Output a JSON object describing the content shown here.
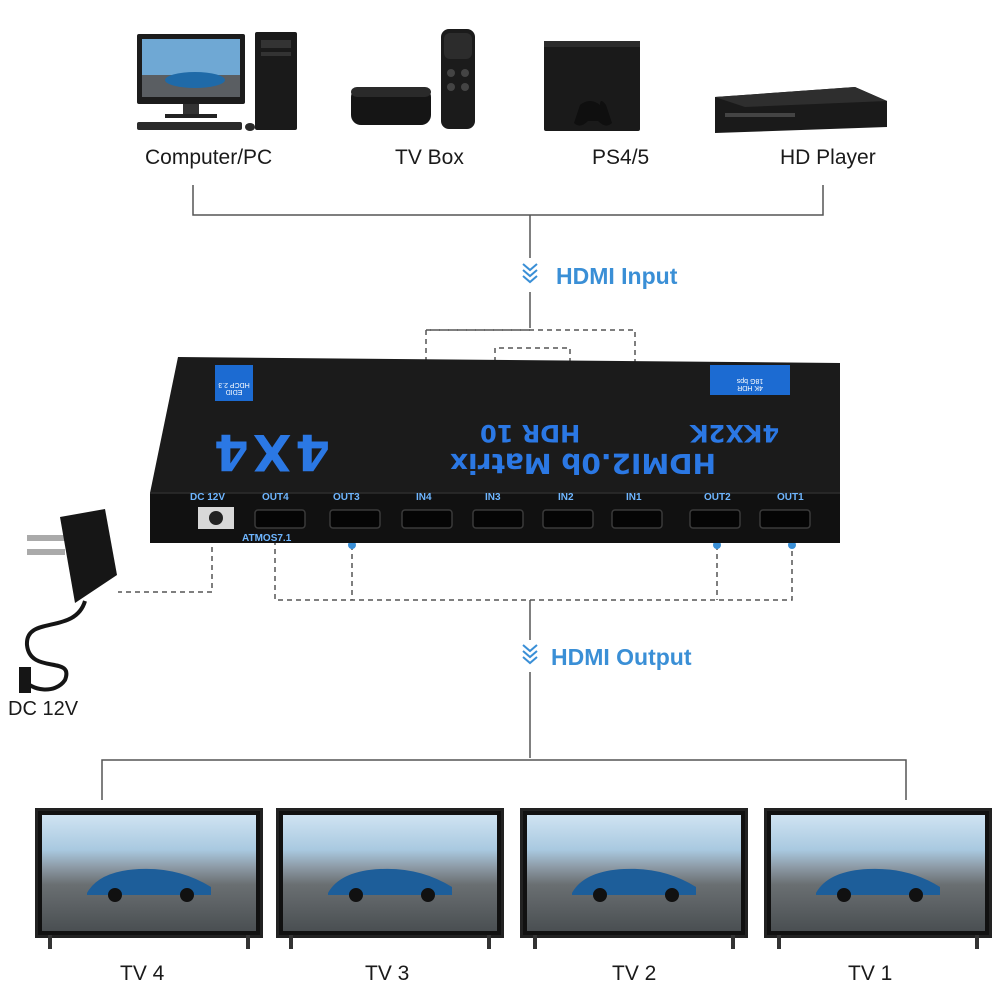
{
  "sources": [
    {
      "label": "Computer/PC",
      "icon": "computer-icon"
    },
    {
      "label": "TV Box",
      "icon": "tv-box-icon"
    },
    {
      "label": "PS4/5",
      "icon": "game-console-icon"
    },
    {
      "label": "HD Player",
      "icon": "blu-ray-player-icon"
    }
  ],
  "flow": {
    "input_label": "HDMI Input",
    "output_label": "HDMI Output"
  },
  "device": {
    "model": "HDMI2.0b Matrix",
    "size": "4X4",
    "spec": "4KX2K",
    "hdr": "HDR 10",
    "badge_hdcp": "HDCP 2.3",
    "badge_edid": "EDID",
    "badge_4k": "4K HDR",
    "badge_gbps": "18G bps",
    "atmos": "ATMOS7.1",
    "ports": [
      "DC 12V",
      "OUT4",
      "OUT3",
      "IN4",
      "IN3",
      "IN2",
      "IN1",
      "OUT2",
      "OUT1"
    ]
  },
  "power": {
    "label": "DC 12V"
  },
  "tvs": [
    {
      "label": "TV 4"
    },
    {
      "label": "TV 3"
    },
    {
      "label": "TV 2"
    },
    {
      "label": "TV 1"
    }
  ],
  "colors": {
    "accent": "#3a8fd6",
    "device": "#141414",
    "port_label": "#6fb6ff"
  }
}
